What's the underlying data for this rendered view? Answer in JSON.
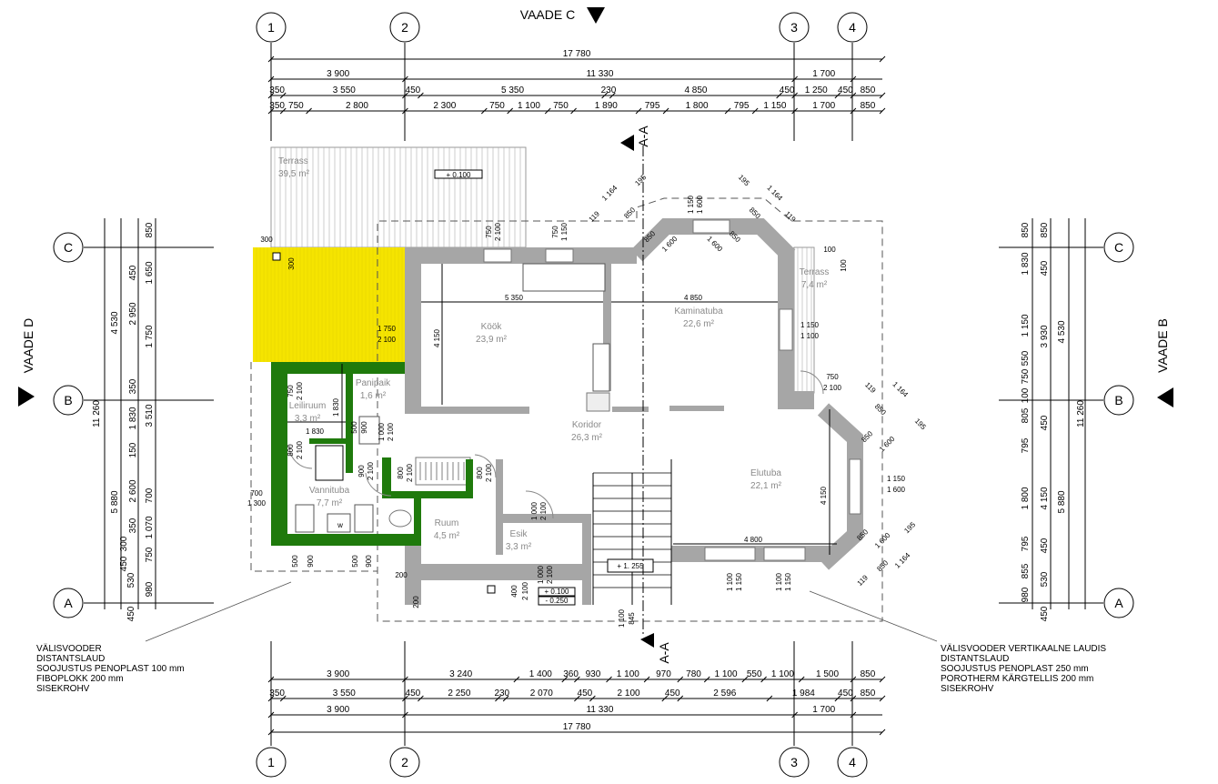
{
  "views": {
    "top": "VAADE C",
    "left": "VAADE D",
    "right": "VAADE B",
    "section": "A-A"
  },
  "grid": {
    "columns": [
      "1",
      "2",
      "3",
      "4"
    ],
    "rows": [
      "C",
      "B",
      "A"
    ]
  },
  "top_dims": {
    "total": [
      "17 780"
    ],
    "axes": [
      "3 900",
      "11 330",
      "1 700"
    ],
    "row3": [
      "350",
      "3 550",
      "450",
      "5 350",
      "230",
      "4 850",
      "450",
      "1 250",
      "450",
      "850"
    ],
    "row4": [
      "350",
      "750",
      "2 800",
      "2 300",
      "750",
      "1 100",
      "750",
      "1 890",
      "795",
      "1 800",
      "795",
      "1 150",
      "1 700",
      "850"
    ]
  },
  "bottom_dims": {
    "row1": [
      "3 900",
      "3 240",
      "1 400",
      "360",
      "930",
      "1 100",
      "970",
      "780",
      "1 100",
      "550",
      "1 100",
      "1 500",
      "850"
    ],
    "row2": [
      "350",
      "3 550",
      "450",
      "2 250",
      "230",
      "2 070",
      "450",
      "2 100",
      "450",
      "2 596",
      "1 984",
      "450",
      "850"
    ],
    "axes": [
      "3 900",
      "11 330",
      "1 700"
    ],
    "total": [
      "17 780"
    ]
  },
  "left_dims": [
    "850",
    "1 650",
    "1 750",
    "3 510",
    "700",
    "1 070",
    "750",
    "980",
    "450",
    "2 950",
    "350",
    "1 830",
    "150",
    "2 600",
    "350",
    "300",
    "450",
    "530",
    "450",
    "4 530",
    "5 880",
    "11 260"
  ],
  "right_dims": [
    "850",
    "1 830",
    "1 150",
    "550",
    "750",
    "100",
    "805",
    "795",
    "1 800",
    "795",
    "855",
    "980",
    "850",
    "450",
    "3 930",
    "450",
    "4 150",
    "450",
    "530",
    "450",
    "4 530",
    "5 880",
    "11 260"
  ],
  "rooms": [
    {
      "name": "Terrass",
      "area": "39,5 m²"
    },
    {
      "name": "Köök",
      "area": "23,9 m²"
    },
    {
      "name": "Kaminatuba",
      "area": "22,6 m²"
    },
    {
      "name": "Terrass",
      "area": "7,4 m²"
    },
    {
      "name": "Koridor",
      "area": "26,3 m²"
    },
    {
      "name": "Elutuba",
      "area": "22,1 m²"
    },
    {
      "name": "Panipaik",
      "area": "1,6 m²"
    },
    {
      "name": "Leiliruum",
      "area": "3,3 m²"
    },
    {
      "name": "Vannituba",
      "area": "7,7 m²"
    },
    {
      "name": "Ruum",
      "area": "4,5 m²"
    },
    {
      "name": "Esik",
      "area": "3,3 m²"
    }
  ],
  "levels": [
    "+ 0.100",
    "+ 0.100",
    "- 0.250",
    "+ 1. 255"
  ],
  "annotations": [
    "300",
    "300",
    "1 750",
    "2 100",
    "750",
    "2 100",
    "750",
    "1 150",
    "1 150",
    "1 600",
    "850",
    "1 600",
    "850",
    "1 600",
    "1 164",
    "850",
    "119",
    "195",
    "1 164",
    "850",
    "119",
    "195",
    "100",
    "100",
    "1 150",
    "1 100",
    "750",
    "2 100",
    "1 164",
    "850",
    "119",
    "195",
    "850",
    "1 600",
    "1 150",
    "1 600",
    "850",
    "1 600",
    "1 164",
    "850",
    "119",
    "195",
    "1 100",
    "1 150",
    "1 100",
    "1 150",
    "5 350",
    "4 850",
    "4 150",
    "4 150",
    "4 800",
    "1 830",
    "1 830",
    "750",
    "2 100",
    "800",
    "2 100",
    "500",
    "900",
    "1 000",
    "2 100",
    "900",
    "2 100",
    "800",
    "2 100",
    "800",
    "2 100",
    "700",
    "1 300",
    "500",
    "900",
    "500",
    "900",
    "200",
    "200",
    "1 000",
    "2 100",
    "400",
    "2 100",
    "1 000",
    "2 100",
    "1 100",
    "845",
    "w"
  ],
  "notes": {
    "left": "VÄLISVOODER\nDISTANTSLAUD\nSOOJUSTUS PENOPLAST 100 mm\nFIBOPLOKK 200 mm\nSISEKROHV",
    "right": "VÄLISVOODER VERTIKAALNE LAUDIS\nDISTANTSLAUD\nSOOJUSTUS PENOPLAST 250 mm\nPOROTHERM KÄRGTELLIS 200 mm\nSISEKROHV"
  },
  "colors": {
    "wall": "#a6a6a6",
    "sauna_wall": "#1f7a0c",
    "highlight": "#f5e400",
    "room_text": "#8a8a8a"
  }
}
